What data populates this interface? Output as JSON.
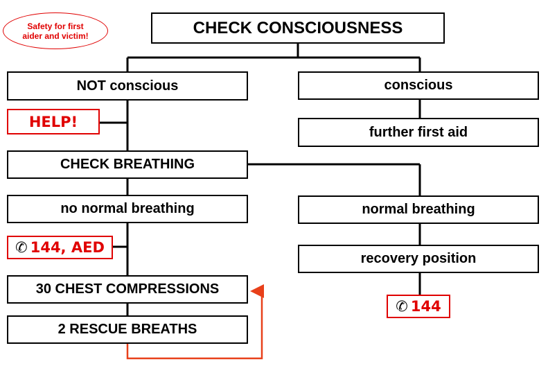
{
  "safety_note": {
    "line1": "Safety for first",
    "line2": "aider and victim!"
  },
  "nodes": {
    "check_consciousness": "CHECK CONSCIOUSNESS",
    "not_conscious": "NOT conscious",
    "conscious": "conscious",
    "help": "HELP!",
    "further_first_aid": "further first aid",
    "check_breathing": "CHECK BREATHING",
    "no_normal_breathing": "no normal breathing",
    "normal_breathing": "normal breathing",
    "call_aed": "144, AED",
    "recovery_position": "recovery position",
    "chest_compressions": "30 CHEST COMPRESSIONS",
    "rescue_breaths": "2 RESCUE BREATHS",
    "call_144": "144"
  },
  "icons": {
    "phone": "phone-icon"
  },
  "colors": {
    "accent": "#e00000",
    "loop_arrow": "#e8401a",
    "line": "#000000"
  }
}
